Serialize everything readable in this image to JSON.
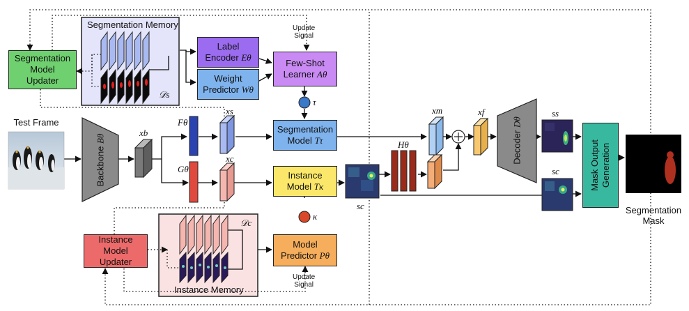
{
  "segmentation_memory": {
    "title": "Segmentation Memory",
    "symbol": "𝒟s"
  },
  "instance_memory": {
    "title": "Instance Memory",
    "symbol": "𝒟c"
  },
  "seg_updater": {
    "line1": "Segmentation",
    "line2": "Model",
    "line3": "Updater"
  },
  "inst_updater": {
    "line1": "Instance",
    "line2": "Model",
    "line3": "Updater"
  },
  "label_encoder": {
    "line1": "Label",
    "line2": "Encoder",
    "symbol": "Eθ"
  },
  "weight_predictor": {
    "line1": "Weight",
    "line2": "Predictor",
    "symbol": "Wθ"
  },
  "few_shot": {
    "line1": "Few-Shot",
    "line2": "Learner",
    "symbol": "Aθ"
  },
  "update_signal_top": {
    "line1": "Update",
    "line2": "Signal"
  },
  "update_signal_bottom": {
    "line1": "Update",
    "line2": "Signal"
  },
  "tau": "τ",
  "kappa": "κ",
  "seg_model": {
    "line1": "Segmentation",
    "line2": "Model",
    "symbol": "Tτ"
  },
  "inst_model": {
    "line1": "Instance",
    "line2": "Model",
    "symbol": "Tκ"
  },
  "model_predictor": {
    "line1": "Model",
    "line2": "Predictor",
    "symbol": "Pθ"
  },
  "test_frame": "Test Frame",
  "backbone": {
    "label": "Backbone",
    "symbol": "Bθ"
  },
  "xb": "xb",
  "F": "Fθ",
  "G": "Gθ",
  "xs": "xs",
  "xc": "xc",
  "H": "Hθ",
  "sc_mid": "sc",
  "xm": "xm",
  "xf": "xf",
  "decoder": {
    "label": "Decoder",
    "symbol": "Dθ"
  },
  "ss": "ss",
  "sc_right": "sc",
  "mask_output": {
    "line1": "Mask Output",
    "line2": "Generation"
  },
  "seg_mask": {
    "line1": "Segmentation",
    "line2": "Mask"
  },
  "colors": {
    "seg_updater": "#6fd06f",
    "inst_updater": "#ec6a6a",
    "seg_memory_bg": "#e4e4fb",
    "inst_memory_bg": "#fbe2e2",
    "label_encoder": "#9b6cf0",
    "weight_predictor": "#7fb3ee",
    "few_shot": "#c98af4",
    "seg_model": "#7fb3ee",
    "inst_model": "#fbe86a",
    "model_predictor": "#f6ae5c",
    "mask_output": "#39b8a0",
    "tau_circle": "#3a78c8",
    "kappa_circle": "#d94828"
  }
}
